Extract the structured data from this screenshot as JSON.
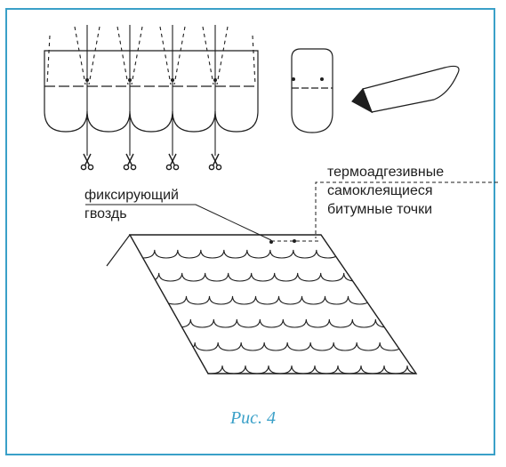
{
  "labels": {
    "nail": [
      "фиксирующий",
      "гвоздь"
    ],
    "bitumen": [
      "термоадгезивные",
      "самоклеящиеся",
      "битумные точки"
    ]
  },
  "caption": "Рис. 4",
  "colors": {
    "frame": "#3aa0c8",
    "ink": "#1e1e1e",
    "caption": "#3aa0c8"
  },
  "icons": {
    "cut": "scissors-icon"
  }
}
